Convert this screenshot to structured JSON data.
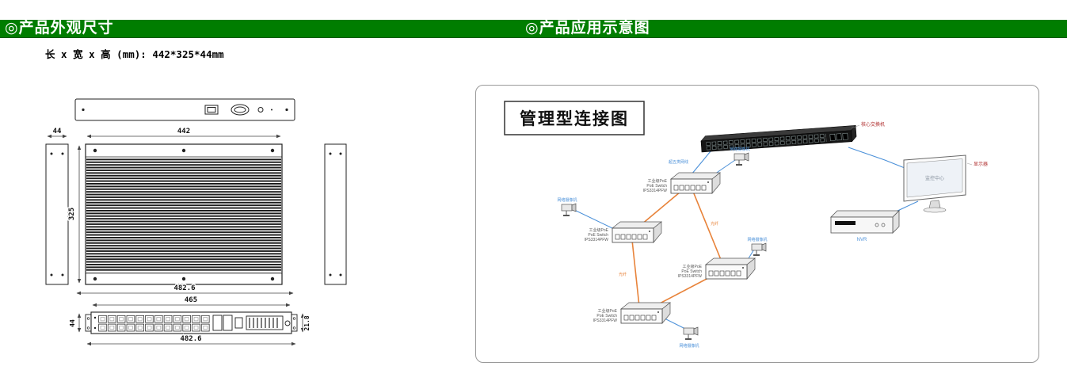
{
  "header": {
    "left_title": "◎产品外观尺寸",
    "right_title": "◎产品应用示意图"
  },
  "dimensions": {
    "size_text": "长 x 宽 x 高 (mm): 442*325*44mm",
    "side_width": "44",
    "top_width": "442",
    "top_depth": "325",
    "mount_width": "482.6",
    "front_width": "465",
    "front_height": "44",
    "front_mount_width": "482.6",
    "front_depth": "21.8"
  },
  "application": {
    "diagram_title": "管理型连接图",
    "core_switch_label": "核心交换机",
    "monitor_label": "显示器",
    "monitor_screen_text": "监控中心",
    "nvr_label": "NVR",
    "fiber_label": "光纤",
    "cable_label": "超五类网线",
    "camera_label": "网络摄像机",
    "switch_line1": "工业级PoE",
    "switch_line2": "PoE Switch",
    "switch_line3": "IPS3314PFW"
  },
  "colors": {
    "header_green": "#007d00",
    "ring_orange": "#e8833a",
    "link_blue": "#4a90d9",
    "label_red": "#b03030"
  }
}
